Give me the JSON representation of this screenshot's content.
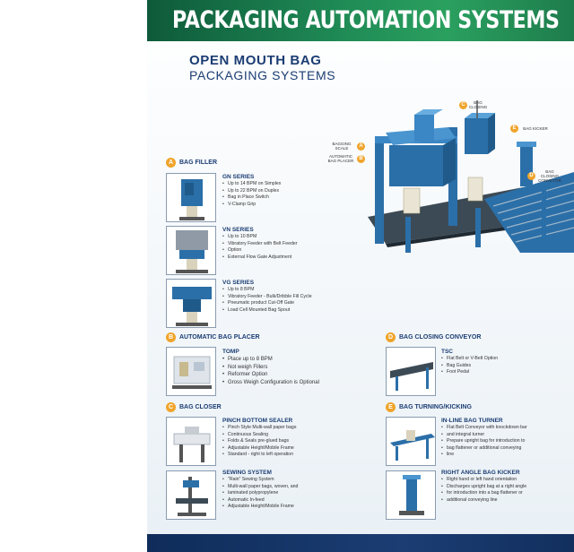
{
  "banner": {
    "title": "PACKAGING AUTOMATION SYSTEMS"
  },
  "heading": {
    "line1": "OPEN MOUTH BAG",
    "line2": "PACKAGING SYSTEMS"
  },
  "callouts": {
    "c": {
      "letter": "C",
      "text": "BAG CLOSING"
    },
    "e": {
      "letter": "E",
      "text": "BAG KICKER"
    },
    "a": {
      "letter": "A",
      "text": "BAGGING SCALE"
    },
    "b": {
      "letter": "B",
      "text": "AUTOMATIC BAG PLACER"
    },
    "d": {
      "letter": "D",
      "text": "BAG CLOSING CONVEYOR"
    }
  },
  "sections": {
    "a": {
      "letter": "A",
      "label": "BAG FILLER"
    },
    "b": {
      "letter": "B",
      "label": "AUTOMATIC BAG PLACER"
    },
    "c": {
      "letter": "C",
      "label": "BAG CLOSER"
    },
    "d": {
      "letter": "D",
      "label": "BAG CLOSING CONVEYOR"
    },
    "e": {
      "letter": "E",
      "label": "BAG TURNING/KICKING"
    }
  },
  "products": {
    "gn": {
      "title": "GN SERIES",
      "bullets": [
        "Up to 14 BPM on Simplex",
        "Up to 22 BPM on Duplex",
        "Bag in Place Switch",
        "V-Clamp Grip"
      ]
    },
    "vn": {
      "title": "VN SERIES",
      "bullets": [
        "Up to 10 BPM",
        "Vibratory Feeder with Belt Feeder",
        "Option",
        "External Flow Gate Adjustment"
      ]
    },
    "vg": {
      "title": "VG SERIES",
      "bullets": [
        "Up to 8 BPM",
        "Vibratory Feeder - Bulk/Dribble Fill Cycle",
        "Pneumatic product Cut-Off Gate",
        "Load Cell Mounted Bag Spout"
      ]
    },
    "tomp": {
      "title": "TOMP",
      "bullets": [
        "Place up to 8 BPM",
        "Not weigh Fillers",
        "Reformer Option",
        "Gross Weigh Configuration is Optional"
      ]
    },
    "pinch": {
      "title": "PINCH BOTTOM SEALER",
      "bullets": [
        "Pinch Style Multi-wall paper bags",
        "Continuous Sealing",
        "Folds & Seals pre-glued bags",
        "Adjustable Height/Mobile Frame",
        "Standard - right to left operation"
      ]
    },
    "sewing": {
      "title": "SEWING SYSTEM",
      "bullets": [
        "\"Rain\" Sewing System",
        "Multi-wall paper bags, woven, and",
        "laminated polypropylene",
        "Automatic In-feed",
        "Adjustable Height/Mobile Frame"
      ]
    },
    "tsc": {
      "title": "TSC",
      "bullets": [
        "Flat Belt or V-Belt Option",
        "Bag Guides",
        "Foot Pedal"
      ]
    },
    "inline": {
      "title": "IN-LINE BAG TURNER",
      "bullets": [
        "Flat Belt Conveyor with knockdown bar",
        "and integral turner",
        "Prepare upright bag for introduction to",
        "bag flattener or additional conveying",
        "line"
      ]
    },
    "rightangle": {
      "title": "RIGHT ANGLE BAG KICKER",
      "bullets": [
        "Right hand or left hand orientation",
        "Discharges upright bag at a right angle",
        "for introduction into a bag flattener or",
        "additional conveying line"
      ]
    }
  },
  "colors": {
    "accent": "#f0a42a",
    "navy": "#1b3d73",
    "machine_blue": "#2b6fa8",
    "banner_green": "#1f8a55"
  }
}
